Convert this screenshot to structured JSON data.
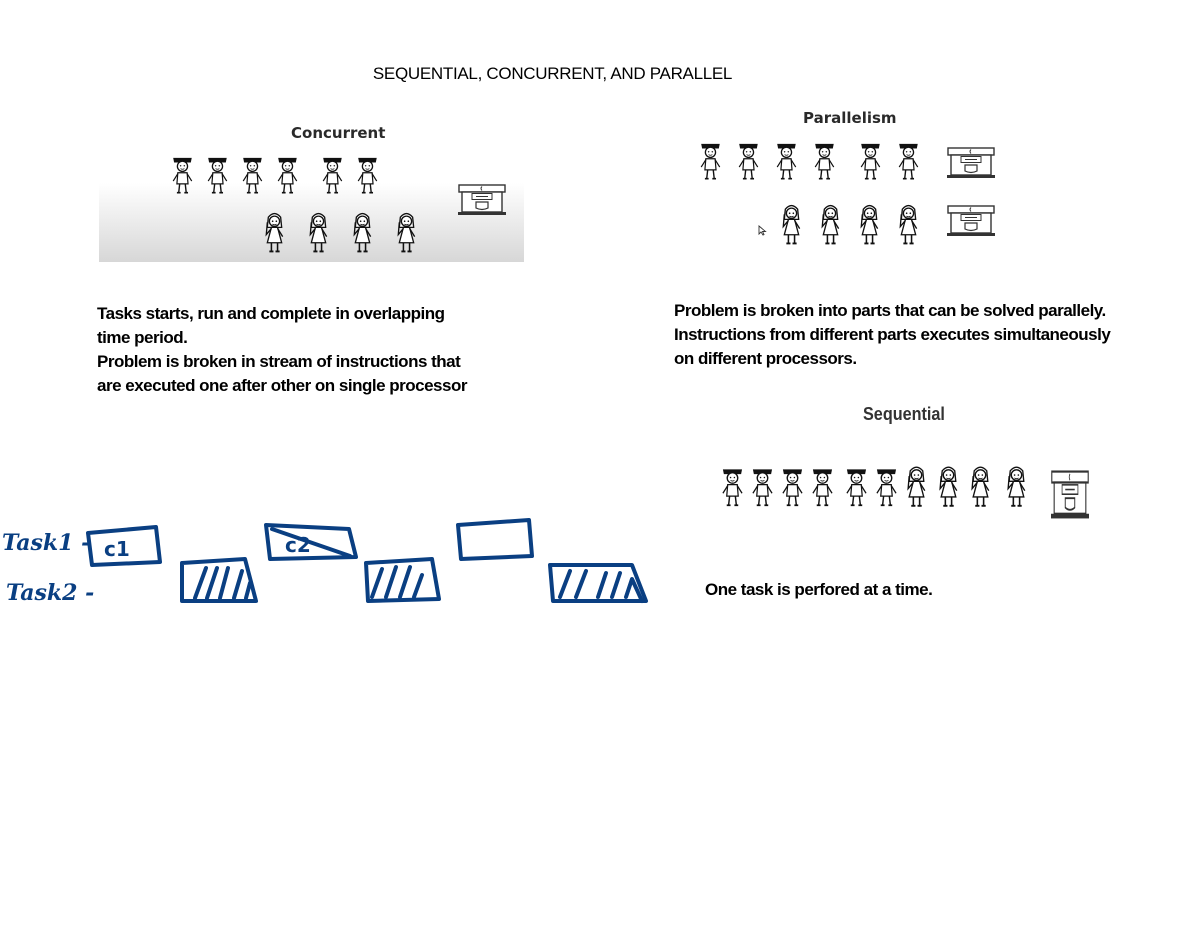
{
  "title": "SEQUENTIAL, CONCURRENT, AND PARALLEL",
  "concurrent": {
    "label": "Concurrent",
    "description": [
      "Tasks starts, run and complete in overlapping",
      "time period.",
      "Problem is broken in stream of instructions that",
      "are executed one after other on single processor"
    ]
  },
  "parallelism": {
    "label": "Parallelism",
    "description": [
      "Problem is broken into parts that can be solved parallely.",
      "Instructions from different parts executes simultaneously",
      "on different processors."
    ]
  },
  "sequential": {
    "label": "Sequential",
    "description": "One task is perfored at a time."
  },
  "annotation": {
    "task1_label": "Task1 -",
    "task2_label": "Task2 -",
    "box_c1": "c1",
    "box_c2": "c2",
    "color": "#0a3f82"
  }
}
